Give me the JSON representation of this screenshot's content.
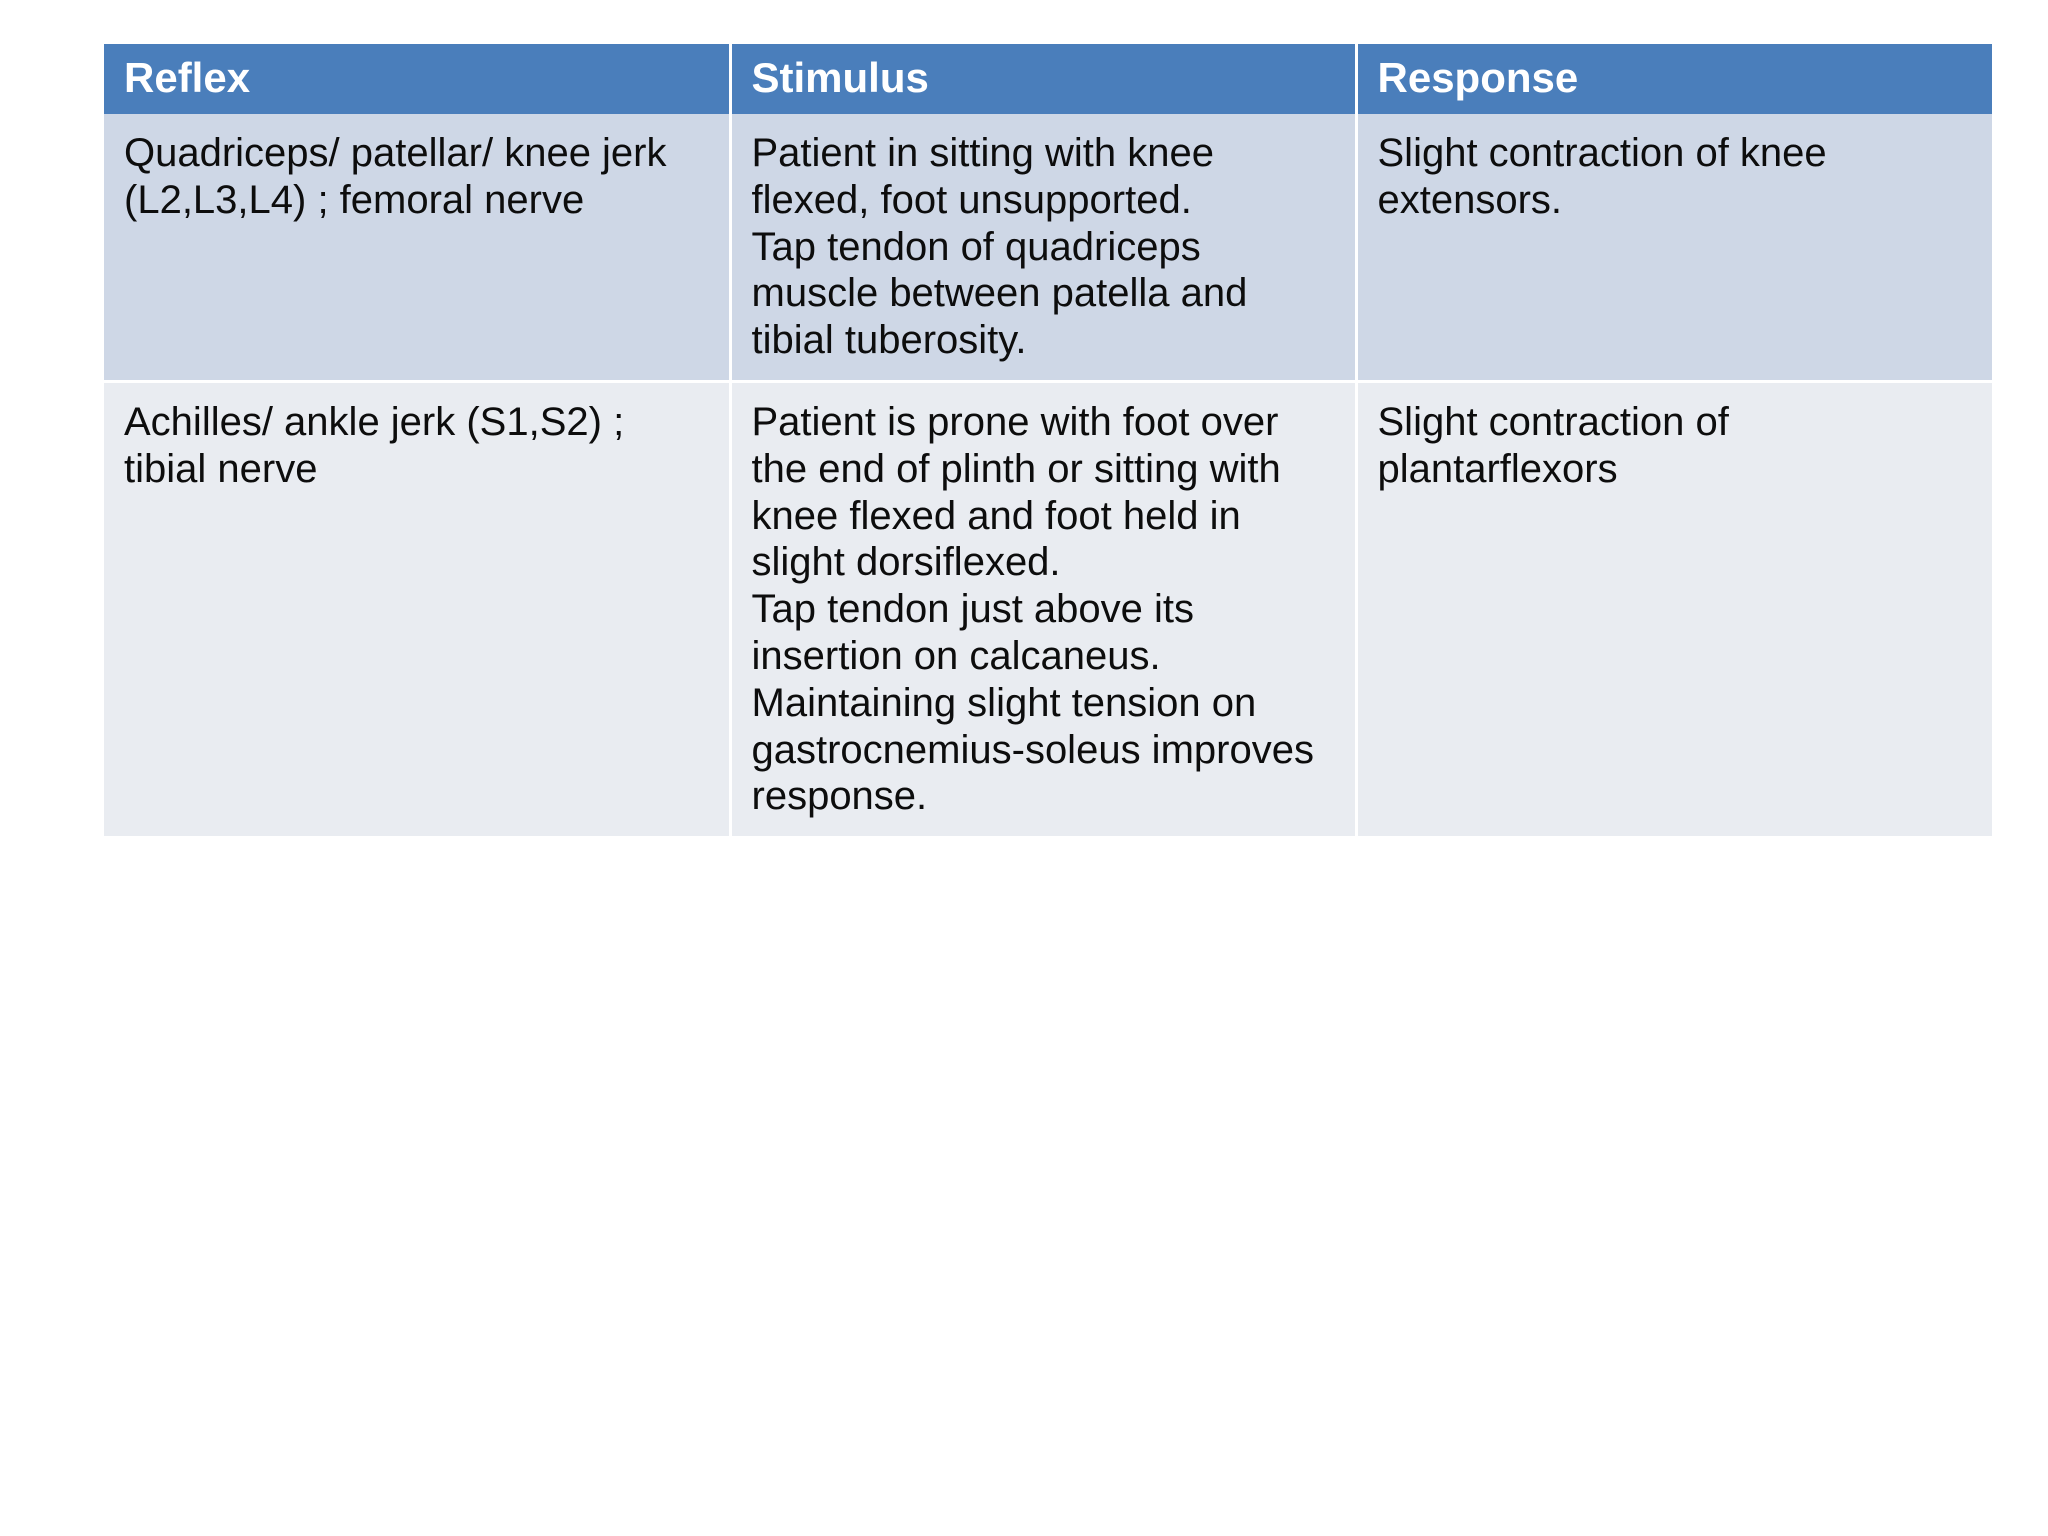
{
  "table": {
    "columns": [
      {
        "key": "reflex",
        "label": "Reflex"
      },
      {
        "key": "stimulus",
        "label": "Stimulus"
      },
      {
        "key": "response",
        "label": "Response"
      }
    ],
    "rows": [
      {
        "reflex": "Quadriceps/ patellar/ knee jerk (L2,L3,L4) ; femoral nerve",
        "stimulus": "Patient in sitting with knee flexed, foot unsupported.\nTap tendon of quadriceps muscle between patella and tibial tuberosity.",
        "response": "Slight contraction of knee extensors."
      },
      {
        "reflex": "Achilles/ ankle jerk (S1,S2) ; tibial nerve",
        "stimulus": "Patient is prone with foot over the end of plinth or sitting with knee flexed and foot held in slight dorsiflexed.\nTap tendon just above its insertion on calcaneus.\nMaintaining slight tension on gastrocnemius-soleus improves response.",
        "response": "Slight contraction of plantarflexors"
      }
    ]
  },
  "colors": {
    "header_background": "#4a7ebb",
    "header_text": "#ffffff",
    "row_a_background": "#ced7e6",
    "row_b_background": "#e9ecf1",
    "body_text": "#0d0d0d",
    "slide_background": "#ffffff"
  }
}
